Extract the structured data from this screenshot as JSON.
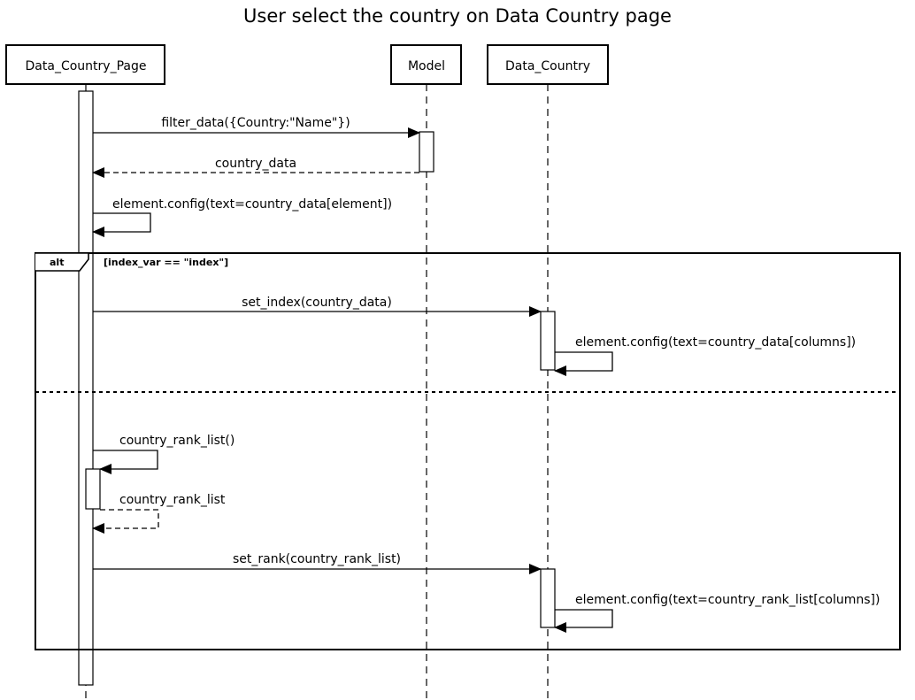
{
  "diagram": {
    "title": "User select the country on Data Country page",
    "participants": [
      "Data_Country_Page",
      "Model",
      "Data_Country"
    ],
    "messages": [
      {
        "label": "filter_data({Country:\"Name\"})",
        "from": "Data_Country_Page",
        "to": "Model",
        "kind": "sync"
      },
      {
        "label": "country_data",
        "from": "Model",
        "to": "Data_Country_Page",
        "kind": "return"
      },
      {
        "label": "element.config(text=country_data[element])",
        "from": "Data_Country_Page",
        "to": "Data_Country_Page",
        "kind": "self"
      },
      {
        "label": "set_index(country_data)",
        "from": "Data_Country_Page",
        "to": "Data_Country",
        "kind": "sync"
      },
      {
        "label": "element.config(text=country_data[columns])",
        "from": "Data_Country",
        "to": "Data_Country",
        "kind": "self"
      },
      {
        "label": "country_rank_list()",
        "from": "Data_Country_Page",
        "to": "Data_Country_Page",
        "kind": "self"
      },
      {
        "label": "country_rank_list",
        "from": "Data_Country_Page",
        "to": "Data_Country_Page",
        "kind": "self-return"
      },
      {
        "label": "set_rank(country_rank_list)",
        "from": "Data_Country_Page",
        "to": "Data_Country",
        "kind": "sync"
      },
      {
        "label": "element.config(text=country_rank_list[columns])",
        "from": "Data_Country",
        "to": "Data_Country",
        "kind": "self"
      }
    ],
    "fragment": {
      "operator": "alt",
      "guard": "[index_var == \"index\"]"
    }
  }
}
